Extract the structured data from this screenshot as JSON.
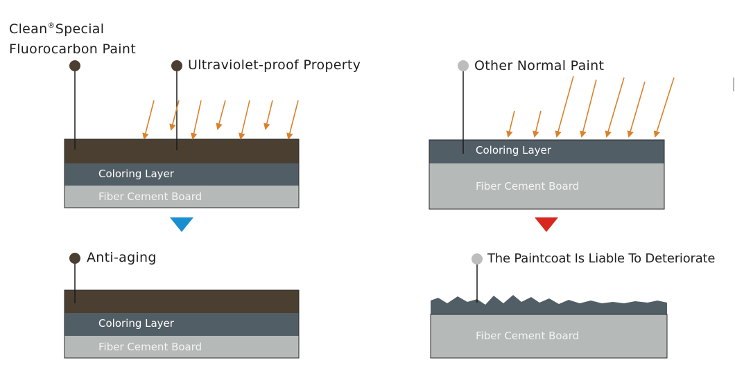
{
  "colors": {
    "topcoat": "#4b3f31",
    "coloring_layer": "#525e66",
    "fiber_board": "#b5b9b7",
    "arrow": "#d9822b",
    "dot_dark": "#4b3f31",
    "dot_light": "#bdbdbd",
    "indicator_good": "#1a8fd0",
    "indicator_bad": "#d8271d"
  },
  "left_panel": {
    "brand": {
      "line1_prefix": "Clean",
      "registered_mark": "®",
      "line1_suffix": "Special",
      "line2": "Fluorocarbon Paint"
    },
    "property_label": "Ultraviolet-proof Property",
    "before": {
      "coloring_layer": "Coloring Layer",
      "fiber_board": "Fiber Cement Board"
    },
    "result_label": "Anti-aging",
    "after": {
      "coloring_layer": "Coloring Layer",
      "fiber_board": "Fiber Cement Board"
    }
  },
  "right_panel": {
    "title": "Other Normal Paint",
    "before": {
      "coloring_layer": "Coloring Layer",
      "fiber_board": "Fiber Cement Board"
    },
    "result_label": "The Paintcoat Is Liable To Deteriorate",
    "after": {
      "fiber_board": "Fiber Cement Board"
    }
  }
}
